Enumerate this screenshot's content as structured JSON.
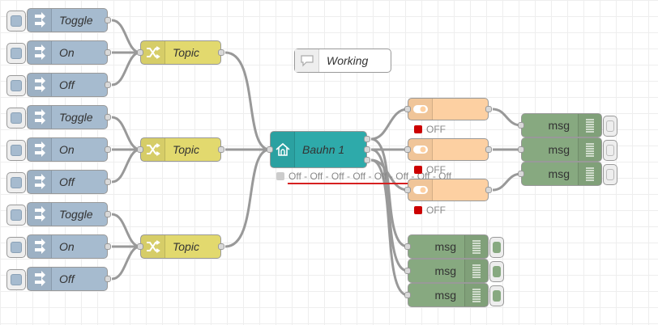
{
  "colors": {
    "inject": "#a6bbcf",
    "change": "#e2d96e",
    "bauhn": "#2eaaaa",
    "switch": "#fdd0a2",
    "debug": "#87a980",
    "wire": "#999999",
    "status_red": "#cc0000"
  },
  "inject_nodes": [
    {
      "label": "Toggle"
    },
    {
      "label": "On"
    },
    {
      "label": "Off"
    },
    {
      "label": "Toggle"
    },
    {
      "label": "On"
    },
    {
      "label": "Off"
    },
    {
      "label": "Toggle"
    },
    {
      "label": "On"
    },
    {
      "label": "Off"
    }
  ],
  "change_nodes": [
    {
      "label": "Topic"
    },
    {
      "label": "Topic"
    },
    {
      "label": "Topic"
    }
  ],
  "comment": {
    "label": "Working",
    "icon": "comment-icon"
  },
  "bauhn": {
    "label": "Bauhn 1",
    "icon": "wifi-plug-icon",
    "status": "Off - Off - Off - Off - Off - Off - Off - Off"
  },
  "switch_nodes": [
    {
      "status": "OFF"
    },
    {
      "status": "OFF"
    },
    {
      "status": "OFF"
    }
  ],
  "debug_nodes": [
    {
      "label": "msg"
    },
    {
      "label": "msg"
    },
    {
      "label": "msg"
    },
    {
      "label": "msg"
    },
    {
      "label": "msg"
    },
    {
      "label": "msg"
    }
  ]
}
